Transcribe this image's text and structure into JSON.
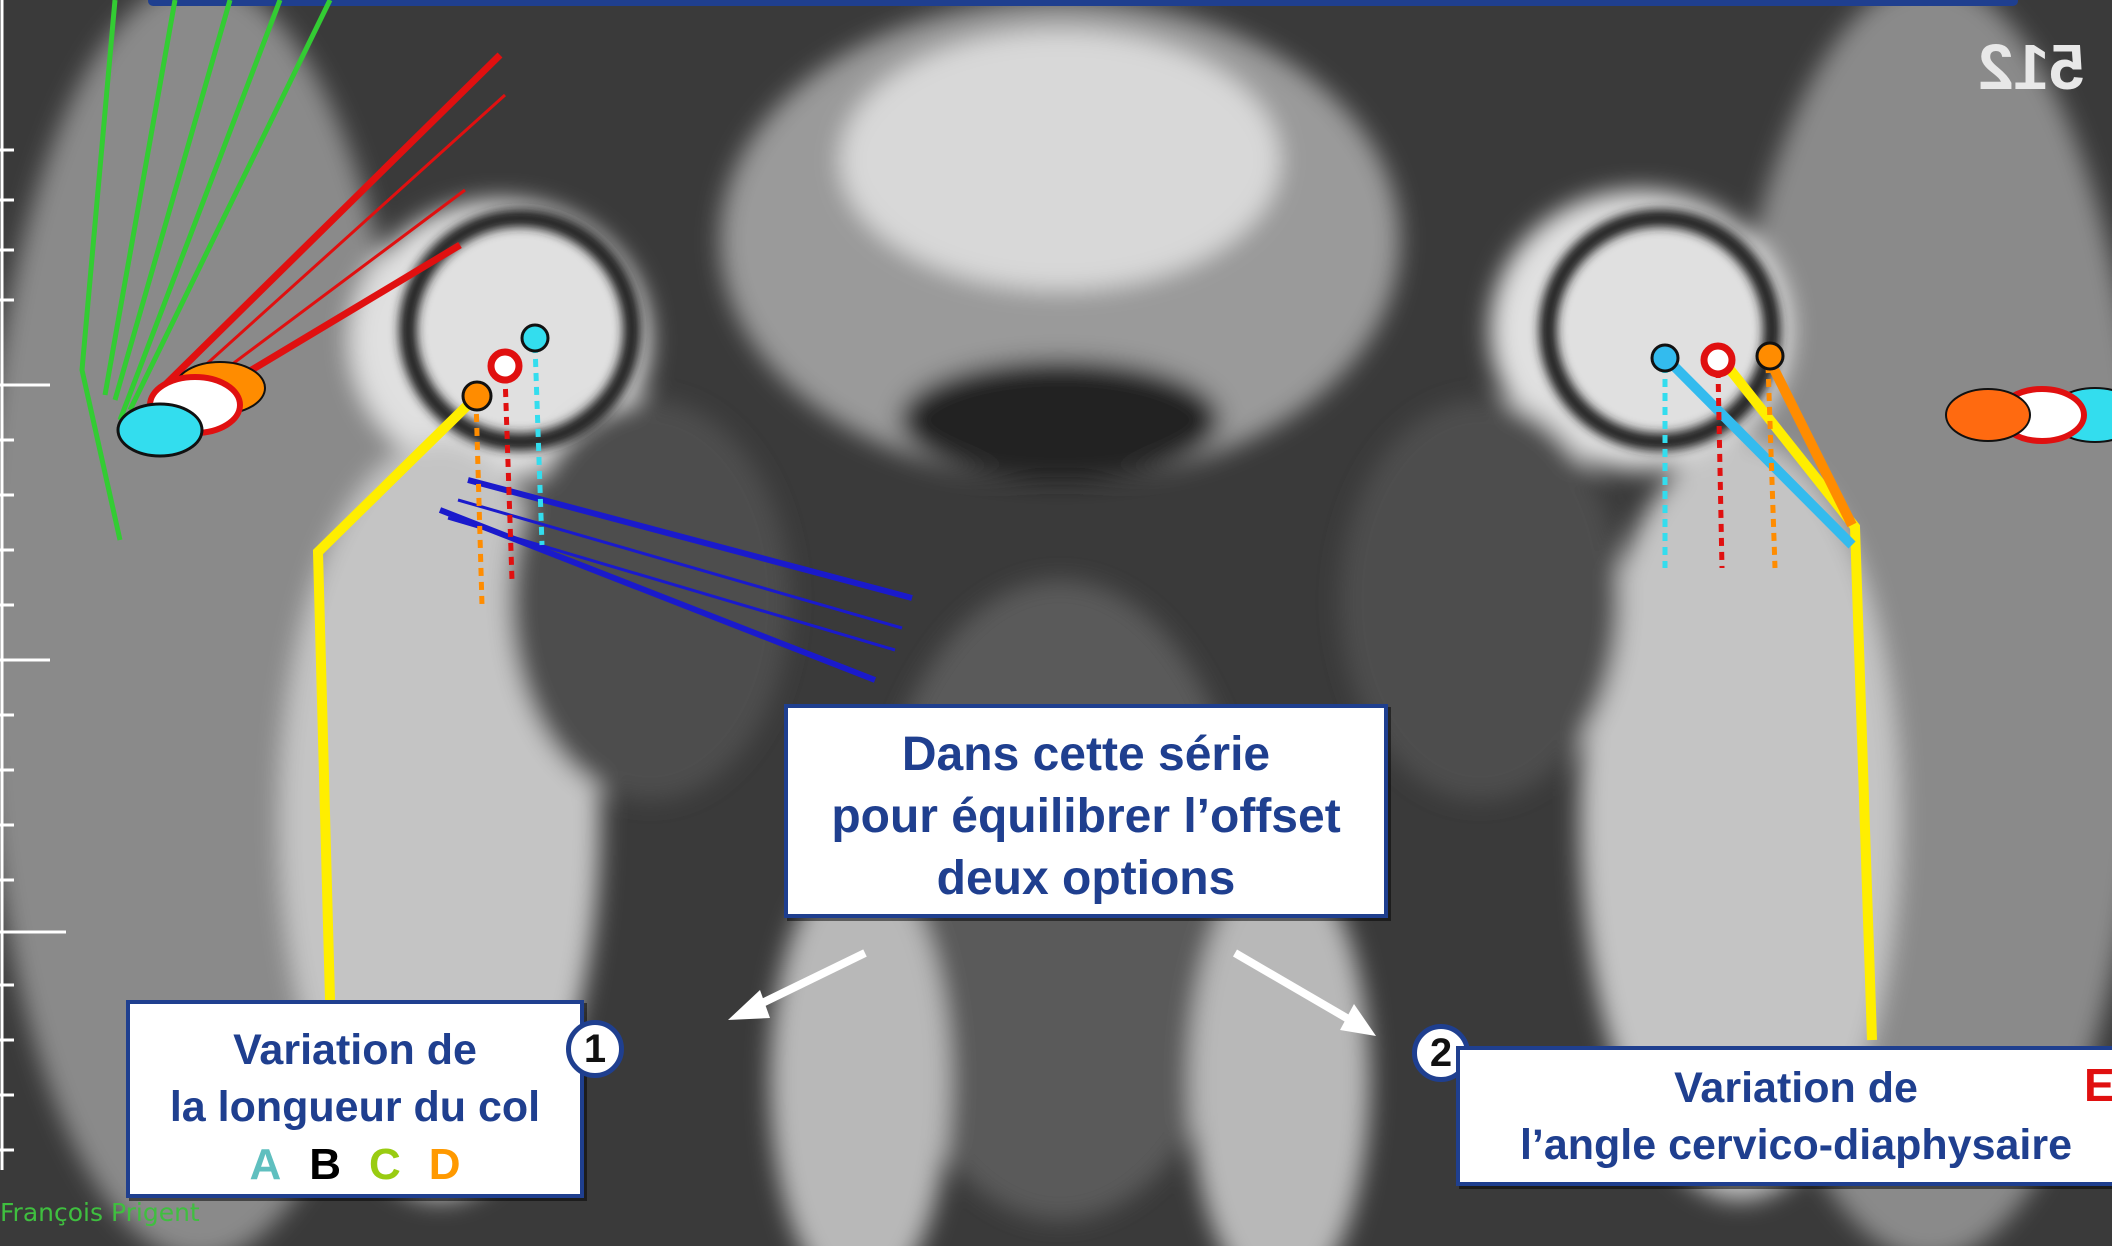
{
  "center_box": {
    "line1": "Dans cette série",
    "line2": "pour équilibrer l’offset",
    "line3": "deux options"
  },
  "left_box": {
    "line1": "Variation de",
    "line2": "la longueur du col",
    "letters": [
      {
        "text": "A",
        "color": "#5fbfbf"
      },
      {
        "text": "B",
        "color": "#000000"
      },
      {
        "text": "C",
        "color": "#99cc11"
      },
      {
        "text": "D",
        "color": "#ff9900"
      }
    ]
  },
  "right_box": {
    "line1": "Variation de",
    "line2": "l’angle  cervico-diaphysaire",
    "partial_letter": "E"
  },
  "badges": {
    "one": "1",
    "two": "2"
  },
  "credit": "François Prigent",
  "corner_text": "512",
  "colors": {
    "box_border": "#1f3f8f",
    "yellow": "#ffee00",
    "cyan": "#33ddee",
    "red": "#e01010",
    "orange": "#ff8c00",
    "green": "#33cc33",
    "blue": "#1a1acc"
  }
}
